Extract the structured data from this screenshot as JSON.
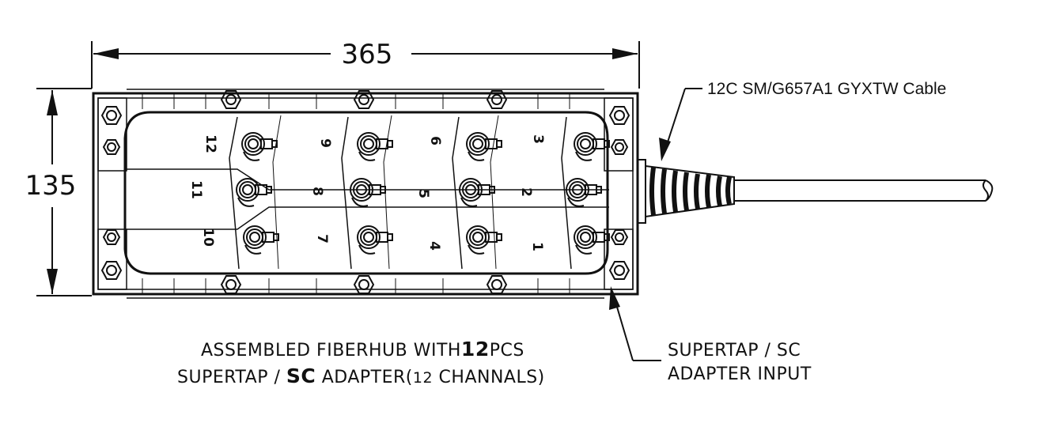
{
  "dimensions": {
    "width_label": "365",
    "height_label": "135"
  },
  "cable_label": "12C SM/G657A1 GYXTW Cable",
  "input_label": {
    "line1": "SUPERTAP / SC",
    "line2": "ADAPTER  INPUT"
  },
  "caption": {
    "line1_a": "ASSEMBLED  FIBERHUB  WITH",
    "line1_b": "12",
    "line1_c": "PCS",
    "line2_a": "SUPERTAP / ",
    "line2_b": "SC",
    "line2_c": " ADAPTER(",
    "line2_d": "12",
    "line2_e": " CHANNALS)"
  },
  "ports": [
    {
      "id": "12",
      "label": "12"
    },
    {
      "id": "11",
      "label": "11"
    },
    {
      "id": "10",
      "label": "10"
    },
    {
      "id": "9",
      "label": "9"
    },
    {
      "id": "8",
      "label": "8"
    },
    {
      "id": "7",
      "label": "7"
    },
    {
      "id": "6",
      "label": "6"
    },
    {
      "id": "5",
      "label": "5"
    },
    {
      "id": "4",
      "label": "4"
    },
    {
      "id": "3",
      "label": "3"
    },
    {
      "id": "2",
      "label": "2"
    },
    {
      "id": "1",
      "label": "1"
    }
  ]
}
